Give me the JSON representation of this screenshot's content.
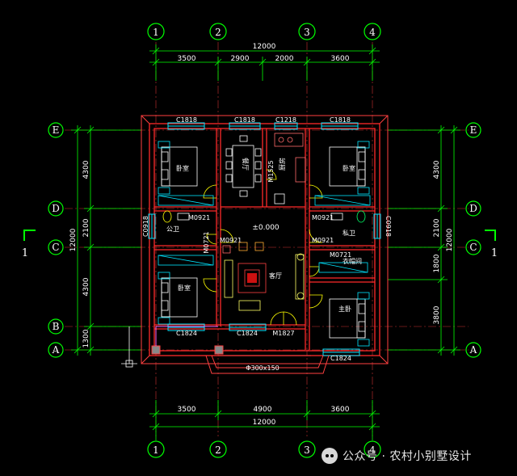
{
  "axes_x": [
    "1",
    "2",
    "3",
    "4"
  ],
  "axes_y": [
    "E",
    "D",
    "C",
    "B",
    "A"
  ],
  "top_dims": {
    "total": "12000",
    "segments": [
      "3500",
      "2900",
      "2000",
      "3600"
    ]
  },
  "bottom_dims": {
    "total": "12000",
    "segments": [
      "3500",
      "4900",
      "3600"
    ]
  },
  "left_dims": {
    "total": "12000",
    "segments": [
      "4300",
      "2100",
      "4300",
      "1300"
    ]
  },
  "right_dims": {
    "total": "12000",
    "segments": [
      "4300",
      "2100",
      "1800",
      "3800"
    ]
  },
  "section_marks": {
    "left": "1",
    "right": "1"
  },
  "windows": {
    "top_1": "C1818",
    "top_2": "C1818",
    "top_3": "C1218",
    "top_4": "C1818",
    "bottom_1": "C1824",
    "bottom_2": "C1824",
    "bottom_3": "C1824",
    "left": "C0918",
    "right": "C0918"
  },
  "doors": {
    "d1": "M0921",
    "d2": "M0721",
    "d3": "M0921",
    "d4": "M0921",
    "d5": "M0921",
    "d6": "M0721",
    "kitchen": "M1525",
    "main": "M1827"
  },
  "rooms": {
    "bedroom_nw": "卧室",
    "dining": "餐厅",
    "kitchen": "厨房",
    "bedroom_ne": "卧室",
    "public_bath": "公卫",
    "private_bath": "私卫",
    "cloakroom": "衣帽间",
    "living": "客厅",
    "bedroom_sw": "卧室",
    "master": "主卧"
  },
  "level": "±0.000",
  "porch_note": "Φ300x150",
  "watermark": "公众号 · 农村小别墅设计",
  "colors": {
    "background": "#000000",
    "wall": "#ff2a2a",
    "dim_line": "#00ff00",
    "axis_circle": "#00ff00",
    "window": "#00e5ff",
    "furniture": "#ffffff",
    "text": "#ffffff"
  }
}
